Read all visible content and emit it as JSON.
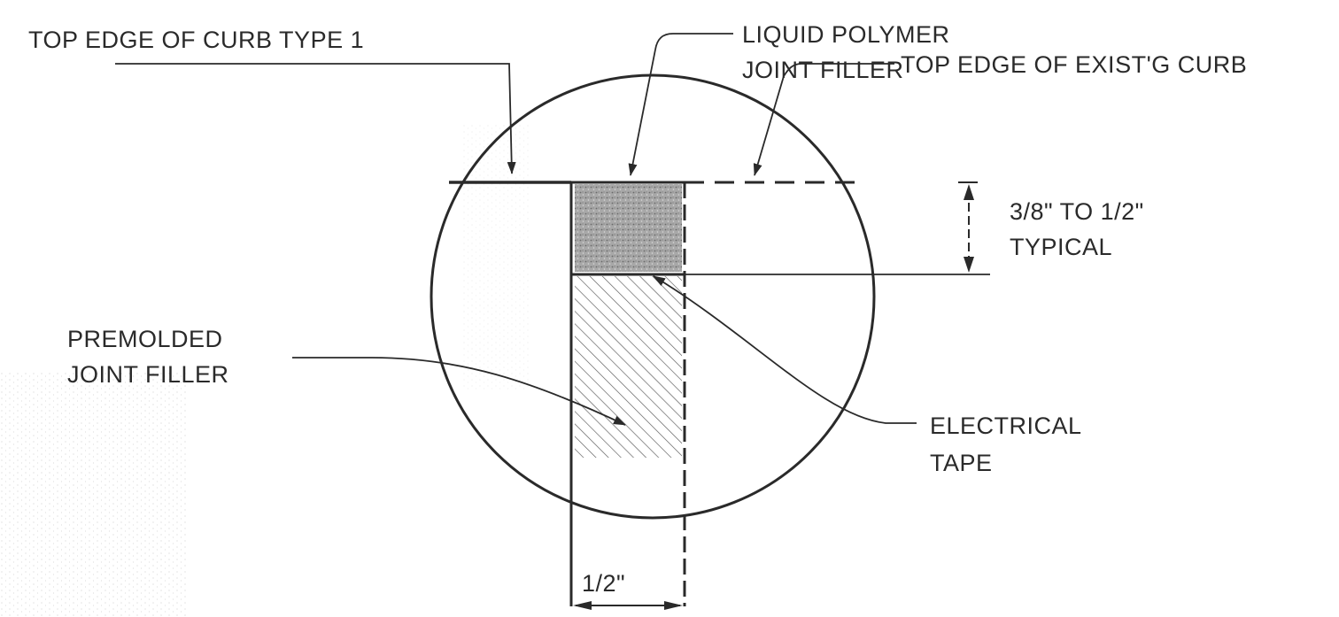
{
  "labels": {
    "top_edge_curb_type1": "TOP EDGE OF CURB TYPE 1",
    "liquid_polymer_line1": "LIQUID POLYMER",
    "liquid_polymer_line2": "JOINT FILLER",
    "top_edge_existing_curb": "TOP EDGE OF EXIST'G CURB",
    "dimension_line1": "3/8\" TO 1/2\"",
    "dimension_line2": "TYPICAL",
    "premolded_line1": "PREMOLDED",
    "premolded_line2": "JOINT FILLER",
    "electrical_line1": "ELECTRICAL",
    "electrical_line2": "TAPE",
    "joint_width": "1/2\""
  },
  "colors": {
    "ink": "#2a2a2a",
    "polymer_fill": "#9c9c9c",
    "background": "#ffffff"
  }
}
